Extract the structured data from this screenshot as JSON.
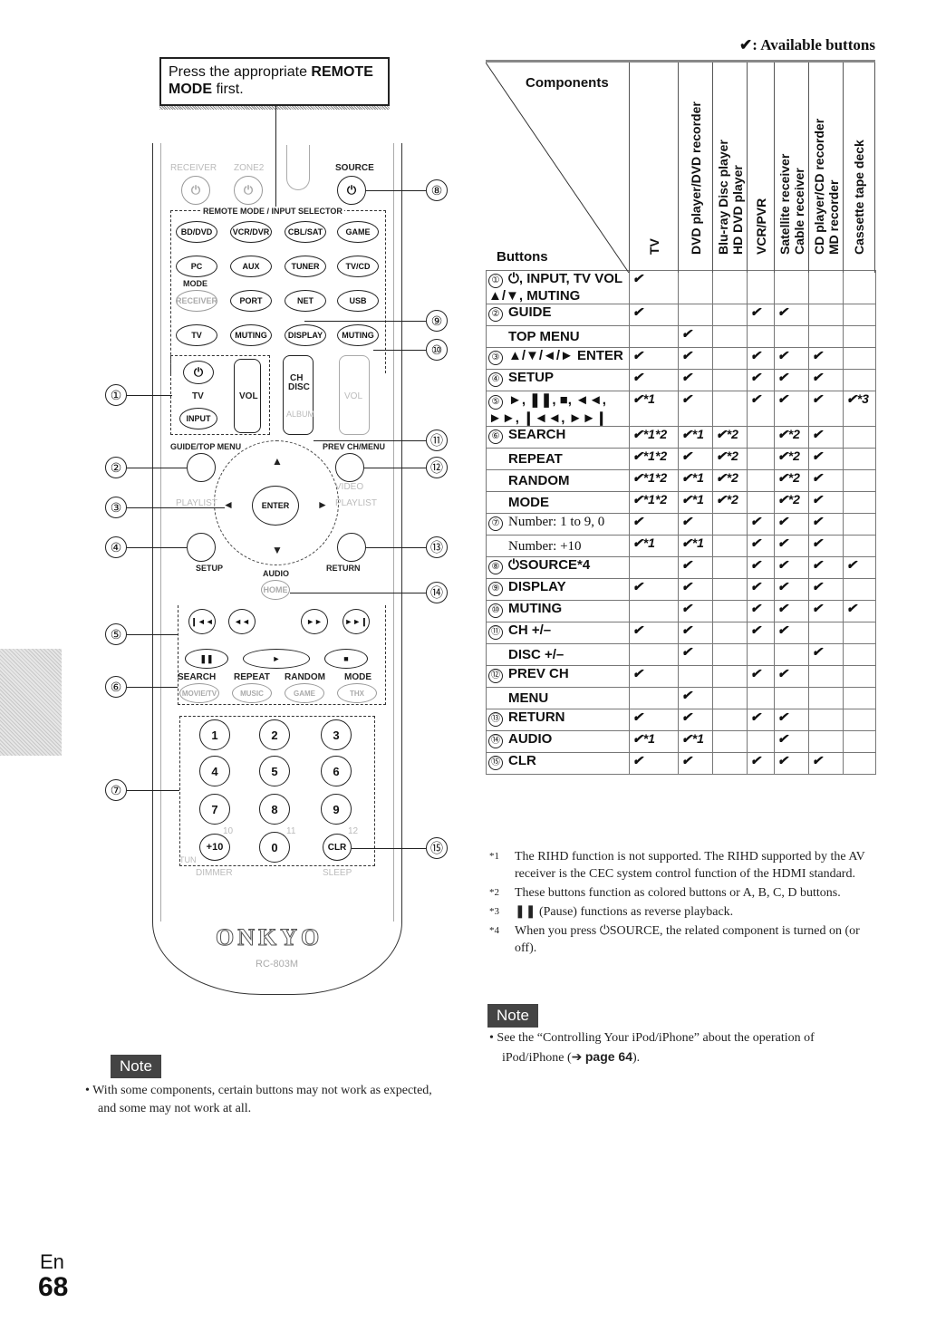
{
  "press_box": {
    "text_pre": "Press the appropriate ",
    "bold1": "REMOTE",
    "line2_bold": "MODE",
    "text_post": " first."
  },
  "remote": {
    "top_labels": [
      "RECEIVER",
      "ZONE2",
      "SOURCE"
    ],
    "mode_header": "REMOTE MODE / INPUT SELECTOR",
    "row1": [
      "BD/DVD",
      "VCR/DVR",
      "CBL/SAT",
      "GAME"
    ],
    "row2": [
      "PC",
      "AUX",
      "TUNER",
      "TV/CD"
    ],
    "mode_label": "MODE",
    "row3": [
      "RECEIVER",
      "PORT",
      "NET",
      "USB"
    ],
    "row4": [
      "TV",
      "MUTING",
      "DISPLAY",
      "MUTING"
    ],
    "tv_label": "TV",
    "input_label": "INPUT",
    "vol_label": "VOL",
    "ch_label": "CH",
    "disc_label": "DISC",
    "album_label": "ALBUM",
    "vol_label2": "VOL",
    "guide_label": "GUIDE/TOP MENU",
    "prev_label": "PREV CH/MENU",
    "playlist_l": "PLAYLIST",
    "playlist_r": "PLAYLIST",
    "video_label": "VIDEO",
    "enter_label": "ENTER",
    "setup_label": "SETUP",
    "audio_label": "AUDIO",
    "return_label": "RETURN",
    "home_label": "HOME",
    "search_labels": [
      "SEARCH",
      "REPEAT",
      "RANDOM",
      "MODE"
    ],
    "mode_row": [
      "MOVIE/TV",
      "MUSIC",
      "GAME",
      "THX"
    ],
    "digits": [
      "1",
      "2",
      "3",
      "4",
      "5",
      "6",
      "7",
      "8",
      "9",
      "+10",
      "0",
      "CLR"
    ],
    "small_digits": [
      "10",
      "11",
      "12"
    ],
    "tun_label": "TUN",
    "dimmer_label": "DIMMER",
    "sleep_label": "SLEEP",
    "logo": "ONKYO",
    "model": "RC-803M"
  },
  "callouts": [
    "①",
    "②",
    "③",
    "④",
    "⑤",
    "⑥",
    "⑦",
    "⑧",
    "⑨",
    "⑩",
    "⑪",
    "⑫",
    "⑬",
    "⑭",
    "⑮"
  ],
  "left_note": {
    "badge": "Note",
    "text": "With some components, certain buttons may not work as expected, and some may not work at all."
  },
  "legend": "✔: Available buttons",
  "table": {
    "components_label": "Components",
    "buttons_label": "Buttons",
    "columns": [
      "TV",
      "DVD player/DVD recorder",
      "Blu-ray Disc player",
      "HD DVD player",
      "VCR/PVR",
      "Satellite receiver",
      "Cable receiver",
      "CD player/CD recorder",
      "MD recorder",
      "Cassette tape deck"
    ],
    "rows": [
      {
        "num": "①",
        "label": "⏻, INPUT, TV VOL ▲/▼, MUTING",
        "cells": [
          "✔",
          "",
          "",
          "",
          "",
          "",
          "",
          ""
        ]
      },
      {
        "num": "②",
        "label": "GUIDE",
        "cells": [
          "✔",
          "",
          "",
          "✔",
          "✔",
          "",
          "",
          ""
        ]
      },
      {
        "num": "",
        "label": "TOP MENU",
        "cells": [
          "",
          "✔",
          "",
          "",
          "",
          "",
          "",
          ""
        ]
      },
      {
        "num": "③",
        "label": "▲/▼/◄/►  ENTER",
        "cells": [
          "✔",
          "✔",
          "",
          "✔",
          "✔",
          "✔",
          "",
          ""
        ]
      },
      {
        "num": "④",
        "label": "SETUP",
        "cells": [
          "✔",
          "✔",
          "",
          "✔",
          "✔",
          "✔",
          "",
          ""
        ]
      },
      {
        "num": "⑤",
        "label": "►, ❚❚, ■, ◄◄, ►►, ❙◄◄, ►►❙",
        "cells": [
          "✔*1",
          "✔",
          "",
          "✔",
          "✔",
          "✔",
          "✔*3",
          ""
        ]
      },
      {
        "num": "⑥",
        "label": "SEARCH",
        "cells": [
          "✔*1*2",
          "✔*1",
          "✔*2",
          "",
          "✔*2",
          "✔",
          "",
          ""
        ]
      },
      {
        "num": "",
        "label": "REPEAT",
        "cells": [
          "✔*1*2",
          "✔",
          "✔*2",
          "",
          "✔*2",
          "✔",
          "",
          ""
        ]
      },
      {
        "num": "",
        "label": "RANDOM",
        "cells": [
          "✔*1*2",
          "✔*1",
          "✔*2",
          "",
          "✔*2",
          "✔",
          "",
          ""
        ]
      },
      {
        "num": "",
        "label": "MODE",
        "cells": [
          "✔*1*2",
          "✔*1",
          "✔*2",
          "",
          "✔*2",
          "✔",
          "",
          ""
        ]
      },
      {
        "num": "⑦",
        "label": "Number: 1 to 9, 0",
        "cells": [
          "✔",
          "✔",
          "",
          "✔",
          "✔",
          "✔",
          "",
          ""
        ]
      },
      {
        "num": "",
        "label": "Number: +10",
        "cells": [
          "✔*1",
          "✔*1",
          "",
          "✔",
          "✔",
          "✔",
          "",
          ""
        ]
      },
      {
        "num": "⑧",
        "label": "⏻SOURCE*4",
        "cells": [
          "",
          "✔",
          "",
          "✔",
          "✔",
          "✔",
          "✔",
          ""
        ]
      },
      {
        "num": "⑨",
        "label": "DISPLAY",
        "cells": [
          "✔",
          "✔",
          "",
          "✔",
          "✔",
          "✔",
          "",
          ""
        ]
      },
      {
        "num": "⑩",
        "label": "MUTING",
        "cells": [
          "",
          "✔",
          "",
          "✔",
          "✔",
          "✔",
          "✔",
          ""
        ]
      },
      {
        "num": "⑪",
        "label": "CH +/–",
        "cells": [
          "✔",
          "✔",
          "",
          "✔",
          "✔",
          "",
          "",
          ""
        ]
      },
      {
        "num": "",
        "label": "DISC +/–",
        "cells": [
          "",
          "✔",
          "",
          "",
          "",
          "✔",
          "",
          ""
        ]
      },
      {
        "num": "⑫",
        "label": "PREV CH",
        "cells": [
          "✔",
          "",
          "",
          "✔",
          "✔",
          "",
          "",
          ""
        ]
      },
      {
        "num": "",
        "label": "MENU",
        "cells": [
          "",
          "✔",
          "",
          "",
          "",
          "",
          "",
          ""
        ]
      },
      {
        "num": "⑬",
        "label": "RETURN",
        "cells": [
          "✔",
          "✔",
          "",
          "✔",
          "✔",
          "",
          "",
          ""
        ]
      },
      {
        "num": "⑭",
        "label": "AUDIO",
        "cells": [
          "✔*1",
          "✔*1",
          "",
          "",
          "✔",
          "",
          "",
          ""
        ]
      },
      {
        "num": "⑮",
        "label": "CLR",
        "cells": [
          "✔",
          "✔",
          "",
          "✔",
          "✔",
          "✔",
          "",
          ""
        ]
      }
    ]
  },
  "footnotes": [
    {
      "mark": "*1",
      "text": "The RIHD function is not supported. The RIHD supported by the AV receiver is the CEC system control function of the HDMI standard."
    },
    {
      "mark": "*2",
      "text": "These buttons function as colored buttons or A, B, C, D buttons."
    },
    {
      "mark": "*3",
      "text": "❚❚ (Pause) functions as reverse playback."
    },
    {
      "mark": "*4",
      "text": "When you press ⏻SOURCE, the related component is turned on (or off)."
    }
  ],
  "right_note": {
    "badge": "Note",
    "text_pre": "See the “Controlling Your iPod/iPhone” about the operation of iPod/iPhone (➔ ",
    "page_ref": "page 64",
    "text_post": ")."
  },
  "page": {
    "lang": "En",
    "number": "68"
  }
}
